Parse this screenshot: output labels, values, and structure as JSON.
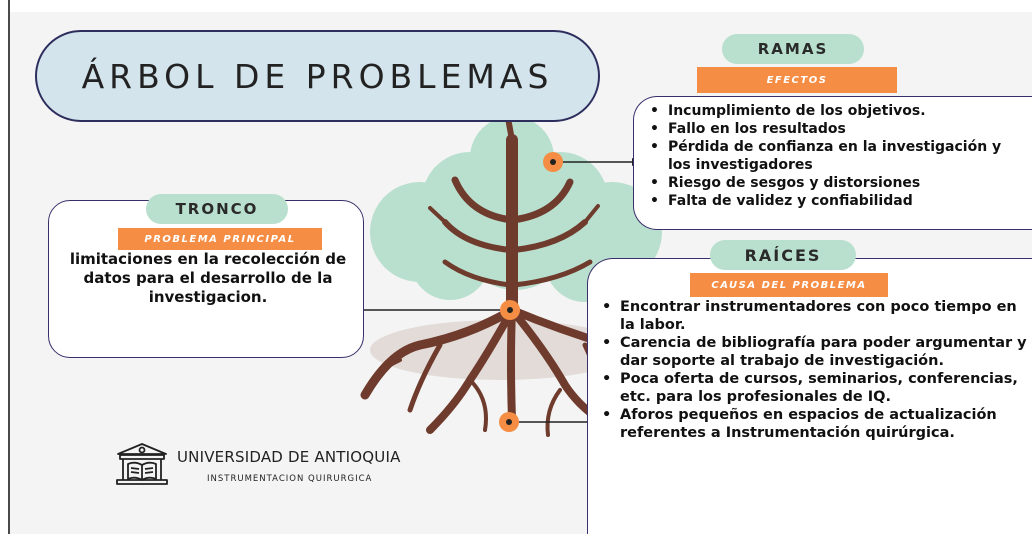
{
  "title": "ÁRBOL DE PROBLEMAS",
  "colors": {
    "title_fill": "#d3e4ec",
    "section_pill": "#b9e0cf",
    "tag": "#f58d45",
    "foliage": "#b9e0cf",
    "trunk": "#6e3b2c",
    "box_border": "#3a2f6b",
    "ground": "#e2dbd8"
  },
  "ramas": {
    "label": "RAMAS",
    "tag": "EFECTOS",
    "items": [
      "Incumplimiento de los objetivos.",
      "Fallo en los resultados",
      "Pérdida de confianza en la investigación y los investigadores",
      "Riesgo de sesgos y distorsiones",
      "Falta de validez y confiabilidad"
    ]
  },
  "tronco": {
    "label": "TRONCO",
    "tag": "PROBLEMA PRINCIPAL",
    "text": "limitaciones en la recolección de datos para el desarrollo de la investigacion."
  },
  "raices": {
    "label": "RAÍCES",
    "tag": "CAUSA DEL PROBLEMA",
    "items": [
      "Encontrar instrumentadores con poco tiempo en la labor.",
      "Carencia de bibliografía para poder argumentar y dar soporte al trabajo de investigación.",
      "Poca oferta de cursos, seminarios, conferencias, etc. para los profesionales de IQ.",
      "Aforos pequeños en espacios de actualización referentes a Instrumentación quirúrgica."
    ]
  },
  "logo": {
    "icon": "university-building-book-icon",
    "name": "UNIVERSIDAD DE ANTIOQUIA",
    "subtitle": "INSTRUMENTACION QUIRURGICA"
  }
}
